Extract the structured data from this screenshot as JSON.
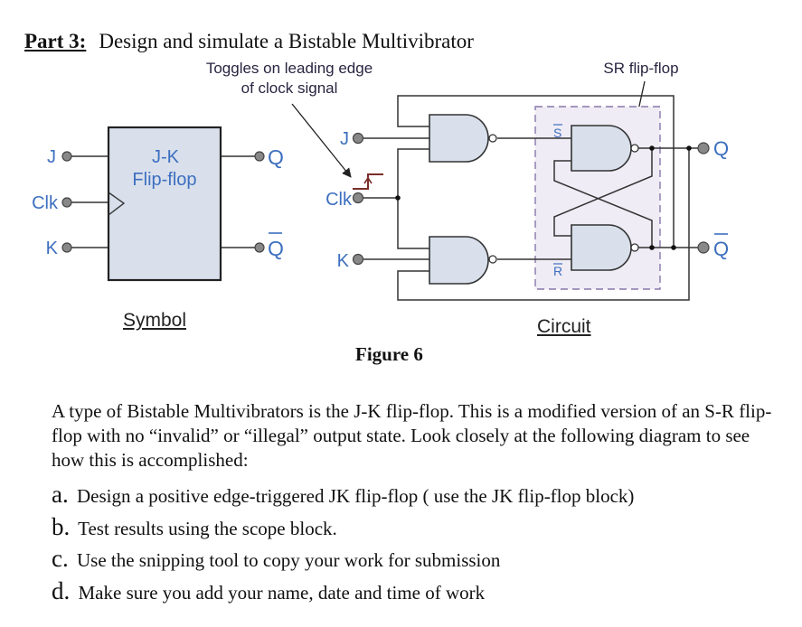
{
  "header": {
    "part_label": "Part 3:",
    "title": "Design and simulate a Bistable Multivibrator"
  },
  "figure": {
    "label": "Figure 6",
    "annotation_line1": "Toggles on leading edge",
    "annotation_line2": "of clock signal",
    "sr_label": "SR flip-flop",
    "symbol": {
      "caption": "Symbol",
      "block_line1": "J-K",
      "block_line2": "Flip-flop",
      "inputs": [
        "J",
        "Clk",
        "K"
      ],
      "outputs": [
        "Q",
        "Q"
      ]
    },
    "circuit": {
      "caption": "Circuit",
      "inputs": [
        "J",
        "Clk",
        "K"
      ],
      "outputs": [
        "Q",
        "Q"
      ],
      "s_bar": "S",
      "r_bar": "R"
    },
    "colors": {
      "label_blue": "#3d6fbf",
      "gate_fill": "#d9e0ec",
      "sr_box_fill": "#efecf5",
      "sr_box_dash": "#8877aa",
      "clock_edge": "#7a2e2a",
      "wire": "#333333",
      "terminal": "#888888"
    }
  },
  "body": {
    "paragraph": "A type of Bistable Multivibrators is the J-K flip-flop. This is a modified version of an S-R flip-flop with no “invalid” or “illegal” output state. Look closely at the following diagram to see how this is accomplished:",
    "items": [
      {
        "letter": "a.",
        "text": "Design a positive edge-triggered JK flip-flop ( use the JK flip-flop block)"
      },
      {
        "letter": "b.",
        "text": "Test results using the scope block."
      },
      {
        "letter": "c.",
        "text": "Use the snipping tool to copy your work for submission"
      },
      {
        "letter": "d.",
        "text": "Make sure you add your name, date and time of work"
      }
    ]
  }
}
